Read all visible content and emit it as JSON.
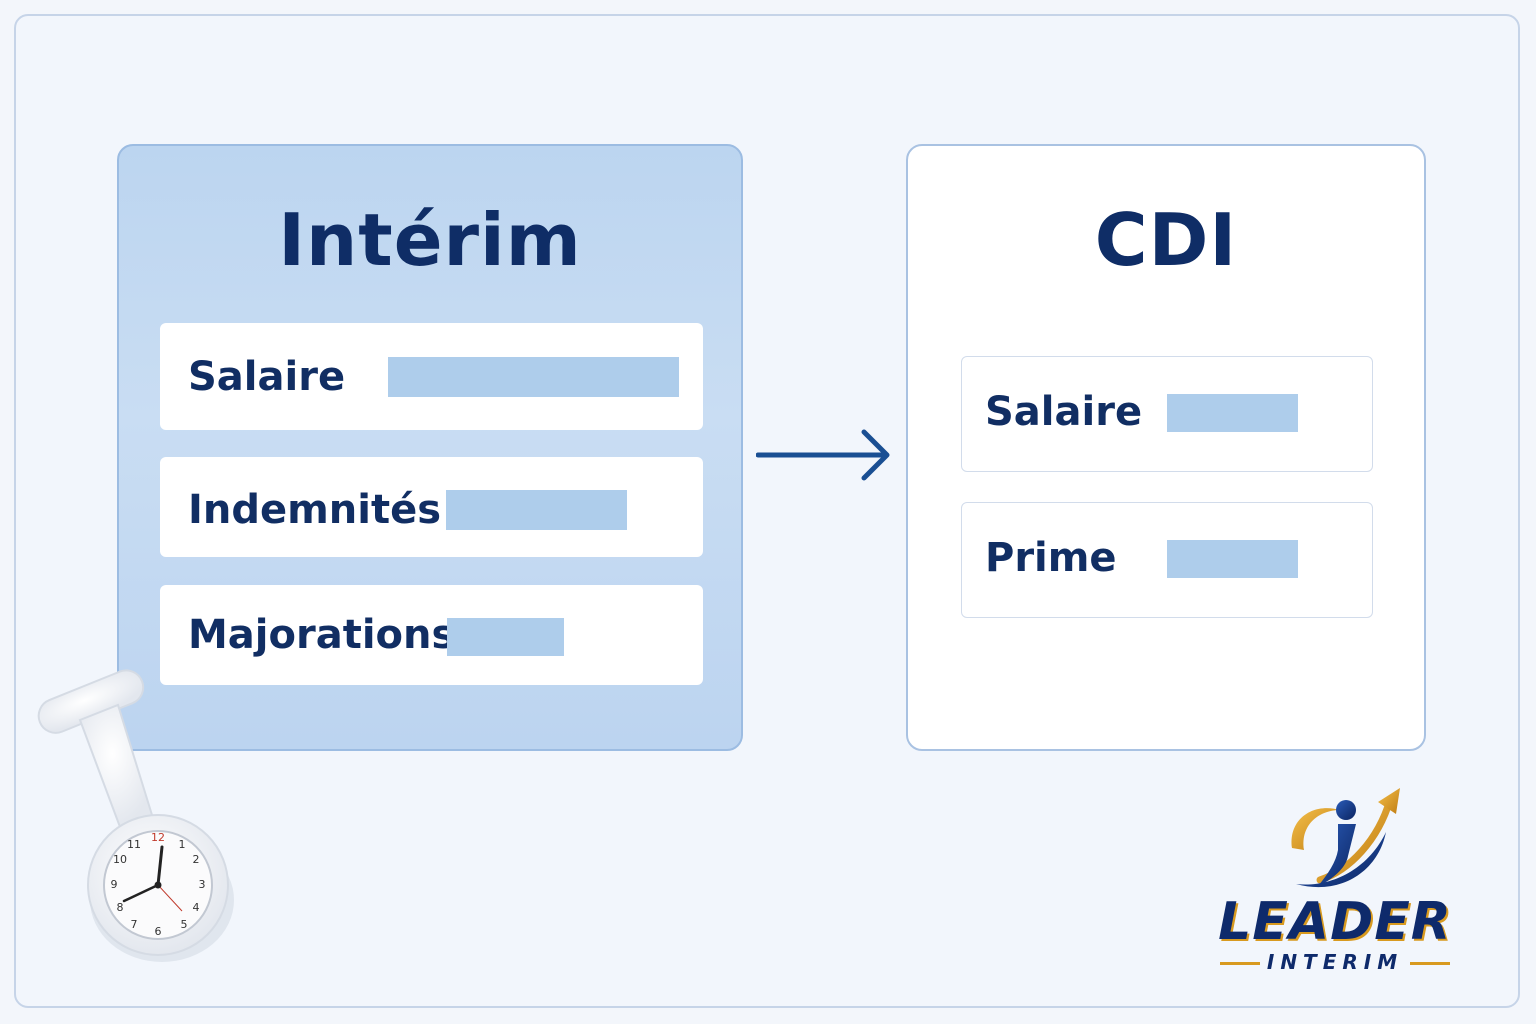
{
  "left_panel": {
    "title": "Intérim",
    "rows": [
      {
        "label": "Salaire",
        "bar_fill": 1.0
      },
      {
        "label": "Indemnités",
        "bar_fill": 0.62
      },
      {
        "label": "Majorations",
        "bar_fill": 0.4
      }
    ]
  },
  "right_panel": {
    "title": "CDI",
    "rows": [
      {
        "label": "Salaire",
        "bar_fill": 0.45
      },
      {
        "label": "Prime",
        "bar_fill": 0.45
      }
    ]
  },
  "logo": {
    "word": "LEADER",
    "sub": "INTERIM"
  },
  "colors": {
    "title": "#0f2d66",
    "bar": "#aecdeb",
    "accent_gold": "#d89a1f",
    "arrow": "#1a4f93"
  },
  "icons": [
    "arrow-right-icon",
    "nurse-watch-icon",
    "leader-interim-logo"
  ]
}
